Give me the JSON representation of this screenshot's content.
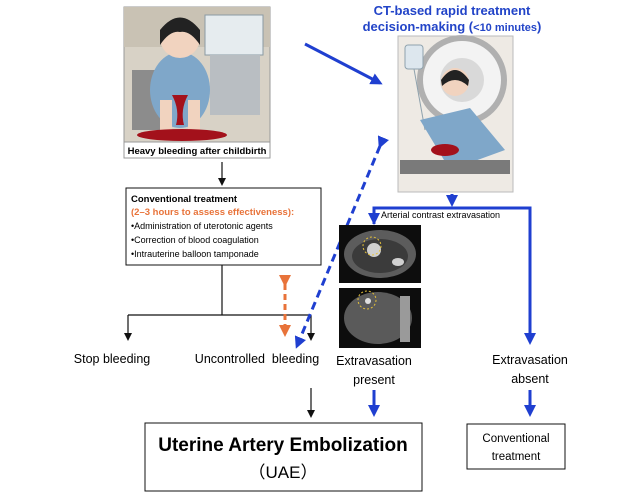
{
  "ct_title": {
    "line1": "CT-based rapid treatment",
    "line2_a": "decision-making (",
    "line2_b": "<10 minutes",
    "line2_c": ")"
  },
  "photo_caption": "Heavy bleeding after childbirth",
  "conventional_box": {
    "title": "Conventional treatment",
    "subtitle": "(2–3 hours to assess effectiveness):",
    "items": [
      "•Administration of uterotonic agents",
      "•Correction of blood coagulation",
      "•Intrauterine balloon tamponade"
    ]
  },
  "contrast_label": "Arterial contrast extravasation",
  "outcomes": {
    "stop": "Stop bleeding",
    "uncontrolled": "Uncontrolled  bleeding",
    "present_1": "Extravasation",
    "present_2": "present",
    "absent_1": "Extravasation",
    "absent_2": "absent"
  },
  "uae_box": {
    "line1": "Uterine Artery Embolization",
    "line2": "（UAE）"
  },
  "conv_result_box": {
    "line1": "Conventional",
    "line2": "treatment"
  },
  "colors": {
    "blue": "#1f3fd0",
    "orange": "#e8733a",
    "ct_title": "#2244c8"
  }
}
